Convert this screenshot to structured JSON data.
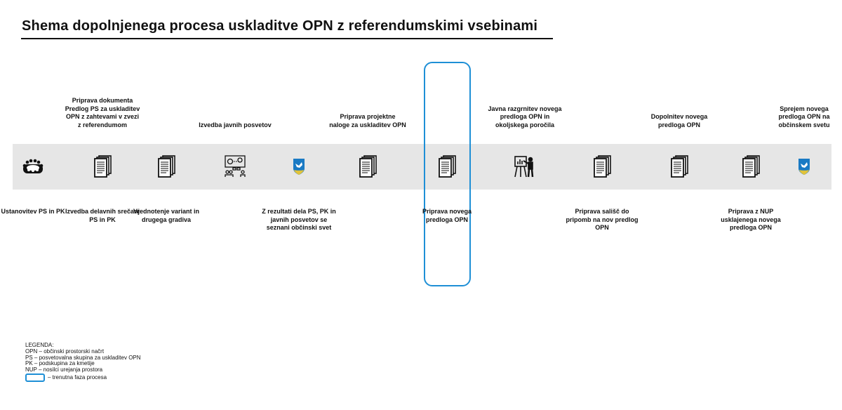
{
  "title": "Shema dopolnjenega procesa uskladitve OPN z referendumskimi vsebinami",
  "accent_color": "#1e8fd6",
  "steps": [
    {
      "icon": "people-meeting-icon",
      "bottom": "Ustanovitev PS in PK"
    },
    {
      "icon": "documents-icon",
      "top": "Priprava dokumenta Predlog PS za uskladitev OPN z zahtevami v zvezi z referendumom",
      "bottom": "Izvedba delavnih srečanj PS in PK"
    },
    {
      "icon": "documents-icon",
      "bottom": "Vrednotenje variant in drugega gradiva"
    },
    {
      "icon": "presentation-workshop-icon",
      "top": "Izvedba javnih posvetov"
    },
    {
      "icon": "municipal-crest-icon",
      "bottom": "Z rezultati dela PS, PK in javnih posvetov se seznani občinski svet"
    },
    {
      "icon": "documents-icon",
      "top": "Priprava projektne naloge za uskladitev OPN"
    },
    {
      "icon": "documents-icon",
      "bottom": "Priprava novega predloga OPN"
    },
    {
      "icon": "presenter-easel-icon",
      "top": "Javna razgrnitev novega predloga OPN in okoljskega poročila"
    },
    {
      "icon": "documents-icon",
      "bottom": "Priprava sališč do pripomb na nov predlog OPN"
    },
    {
      "icon": "documents-icon",
      "top": "Dopolnitev novega predloga OPN"
    },
    {
      "icon": "documents-icon",
      "bottom": "Priprava z NUP usklajenega novega predloga OPN"
    },
    {
      "icon": "municipal-crest-icon",
      "top": "Sprejem novega predloga OPN na občinskem svetu"
    }
  ],
  "legend": {
    "heading": "LEGENDA:",
    "items": [
      "OPN – občinski prostorski načrt",
      "PS – posvetovalna skupina za uskladitev OPN",
      "PK – podskupina za kmetije",
      "NUP – nosilci urejanja prostora"
    ],
    "current_phase": "– trenutna faza procesa"
  }
}
